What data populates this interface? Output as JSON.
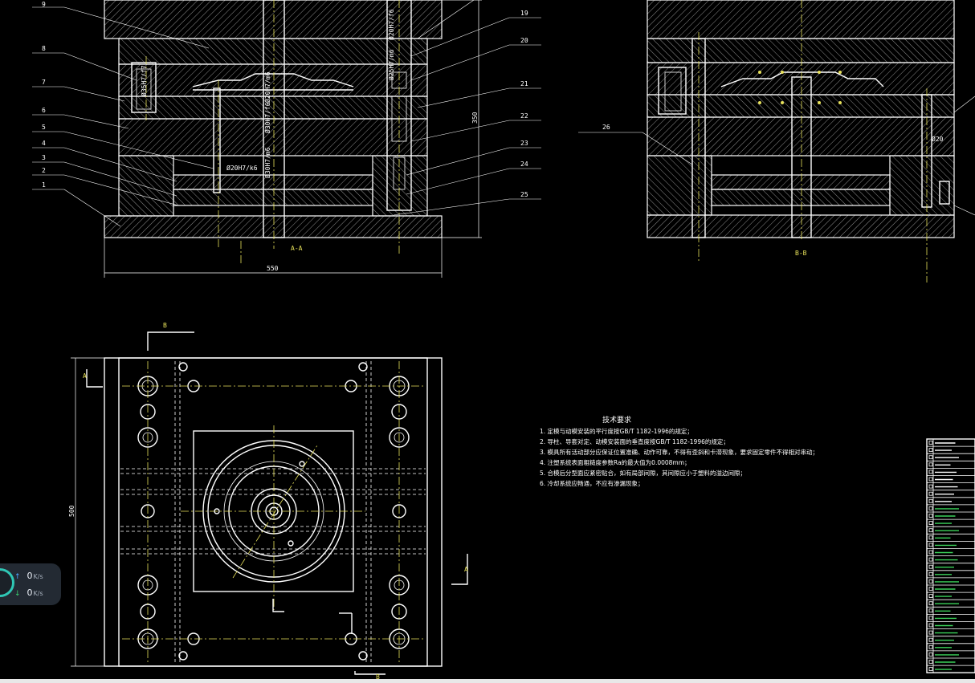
{
  "drawing": {
    "section_aa_label": "A-A",
    "section_bb_label": "B-B",
    "dim_width": "550",
    "dim_height_top": "350",
    "dim_height_plan": "500",
    "dim_right_small": "Ø20",
    "section_marker_a": "A",
    "section_marker_b": "B",
    "part_labels_left": [
      "9",
      "8",
      "7",
      "6",
      "5",
      "4",
      "3",
      "2",
      "1"
    ],
    "part_labels_right": [
      "19",
      "20",
      "21",
      "22",
      "23",
      "24",
      "25"
    ],
    "part_label_bb": "26",
    "fit_annotations": [
      "Ø20H7/f6",
      "Ø35H7/f7",
      "Ø20H7/m6",
      "Ø25H7/m6",
      "Ø30H7/f6",
      "Ø20H7/k6",
      "Ø30H7/m6",
      "Ø20H7/m6"
    ]
  },
  "tech_requirements": {
    "title": "技术要求",
    "items": [
      "1. 定模与动模安装的平行度按GB/T 1182-1996的规定；",
      "2. 导柱、导套对定、动模安装面的垂直度按GB/T 1182-1996的规定；",
      "3. 模具所有活动部分应保证位置准确、动作可靠，不得有歪斜和卡滞现象，要求固定零件不得相对串动；",
      "4. 注塑系统表面粗糙度参数Ra的最大值为0.0008mm；",
      "5. 合模后分型面应紧密贴合，如有局部间隙，其间隙应小于塑料的溢边间隙；",
      "6. 冷却系统应畅通，不应有渗漏现象；"
    ]
  },
  "net_widget": {
    "percent": "%",
    "upload": "0",
    "download": "0",
    "unit": "K/s"
  }
}
